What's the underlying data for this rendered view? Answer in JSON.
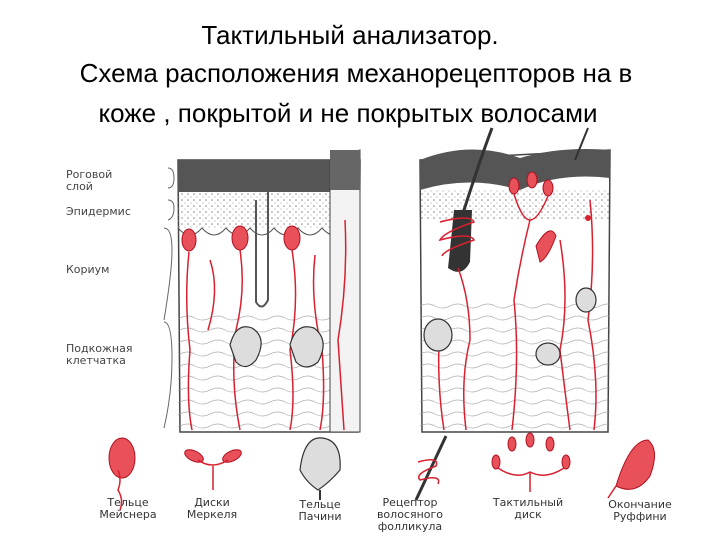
{
  "slide": {
    "title": "Тактильный анализатор.",
    "subtitle_line1": "Схема расположения механорецепторов на в",
    "subtitle_line2": "коже , покрытой и не покрытых  волосами"
  },
  "layer_labels": [
    "Роговой",
    "слой",
    "Эпидермис",
    "Кориум",
    "Подкожная",
    "клетчатка"
  ],
  "captions": [
    [
      "Тельце",
      "Мейснера"
    ],
    [
      "Диски",
      "Меркеля"
    ],
    [
      "Тельце",
      "Пачини"
    ],
    [
      "Рецептор",
      "волосяного",
      "фолликула"
    ],
    [
      "Тактильный",
      "диск"
    ],
    [
      "Окончание",
      "Руффини"
    ]
  ],
  "colors": {
    "nerve": "#d8202f",
    "tissue": "#555555",
    "receptor_fill": "#e8505a"
  }
}
